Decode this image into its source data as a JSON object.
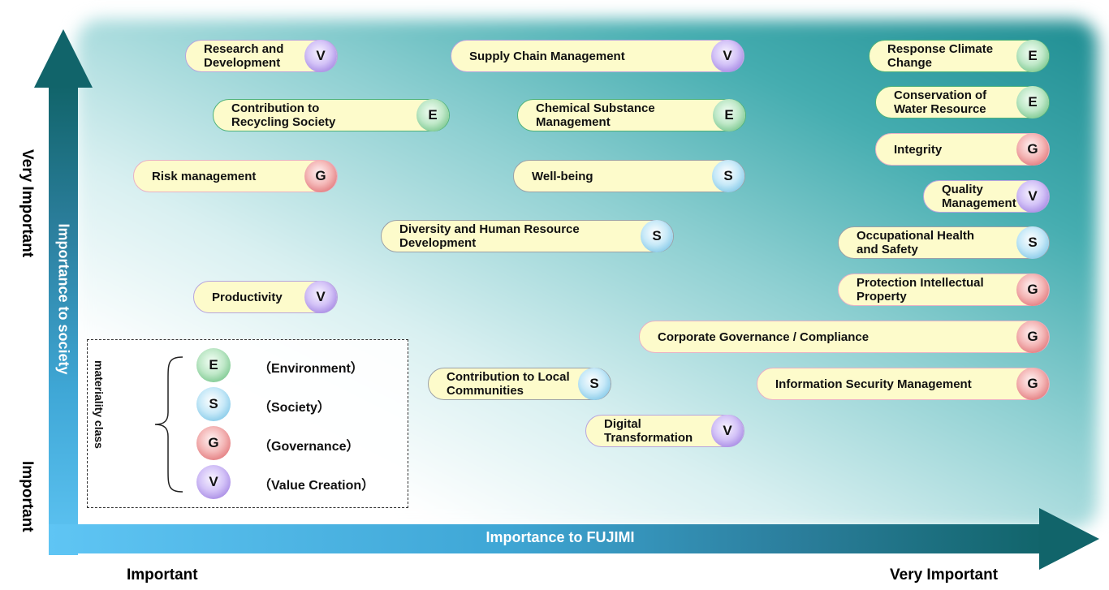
{
  "axes": {
    "y_title": "Importance to society",
    "x_title": "Importance to FUJIMI",
    "y_high": "Very Important",
    "y_low": "Important",
    "x_low": "Important",
    "x_high": "Very Important"
  },
  "items": [
    {
      "id": "research",
      "label": "Research and Development",
      "cls": "V"
    },
    {
      "id": "supply",
      "label": "Supply Chain Management",
      "cls": "V"
    },
    {
      "id": "climate",
      "label": "Response Climate Change",
      "cls": "E"
    },
    {
      "id": "recycling",
      "label": "Contribution to Recycling Society",
      "cls": "E"
    },
    {
      "id": "chemical",
      "label": "Chemical Substance Management",
      "cls": "E"
    },
    {
      "id": "water",
      "label": "Conservation of Water Resource",
      "cls": "E"
    },
    {
      "id": "integrity",
      "label": "Integrity",
      "cls": "G"
    },
    {
      "id": "risk",
      "label": "Risk management",
      "cls": "G"
    },
    {
      "id": "wellbeing",
      "label": "Well-being",
      "cls": "S"
    },
    {
      "id": "quality",
      "label": "Quality Management",
      "cls": "V"
    },
    {
      "id": "diversity",
      "label": "Diversity and Human Resource Development",
      "cls": "S"
    },
    {
      "id": "ohs",
      "label": "Occupational Health and Safety",
      "cls": "S"
    },
    {
      "id": "productivity",
      "label": "Productivity",
      "cls": "V"
    },
    {
      "id": "ip",
      "label": "Protection Intellectual Property",
      "cls": "G"
    },
    {
      "id": "governance",
      "label": "Corporate Governance / Compliance",
      "cls": "G"
    },
    {
      "id": "local",
      "label": "Contribution to Local Communities",
      "cls": "S"
    },
    {
      "id": "infosec",
      "label": "Information Security Management",
      "cls": "G"
    },
    {
      "id": "dx",
      "label": "Digital Transformation",
      "cls": "V"
    }
  ],
  "legend": {
    "title": "materiality class",
    "entries": [
      {
        "letter": "E",
        "label": "（Environment）"
      },
      {
        "letter": "S",
        "label": "（Society）"
      },
      {
        "letter": "G",
        "label": "（Governance）"
      },
      {
        "letter": "V",
        "label": "（Value Creation）"
      }
    ]
  },
  "colors": {
    "E": "#55b56f",
    "S": "#5fb7df",
    "G": "#d8585d",
    "V": "#8e6ad9",
    "pill_fill": "#fdfbcb",
    "axis_dark": "#11646a",
    "axis_light": "#5fc5f4"
  }
}
